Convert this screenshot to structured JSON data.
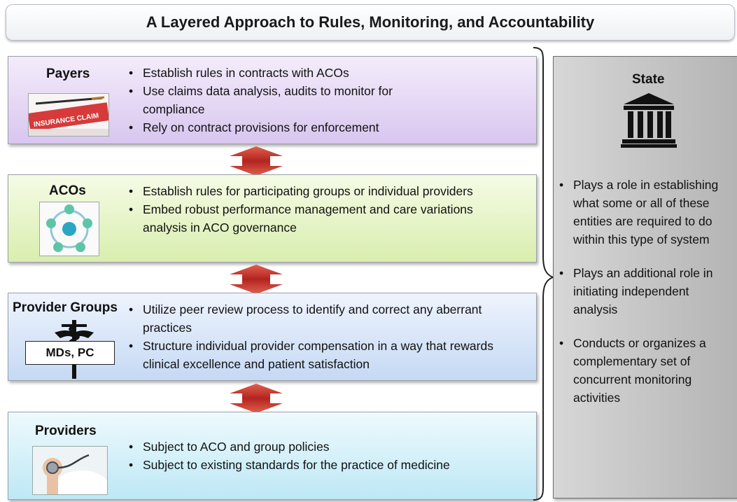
{
  "title": "A Layered Approach to Rules, Monitoring, and Accountability",
  "layers": [
    {
      "title": "Payers",
      "image": "insurance-claim-form-with-pen",
      "image_text": "INSURANCE CLAIM",
      "bullets": [
        "Establish rules in contracts with ACOs",
        "Use claims data analysis, audits to monitor for compliance",
        "Rely on contract provisions for enforcement"
      ]
    },
    {
      "title": "ACOs",
      "image": "aco-network-diagram",
      "bullets": [
        "Establish rules for participating groups or individual providers",
        "Embed robust performance management and care variations analysis in ACO governance"
      ]
    },
    {
      "title": "Provider Groups",
      "image": "caduceus-icon",
      "image_label": "MDs, PC",
      "bullets": [
        "Utilize peer review process to identify and correct any aberrant practices",
        "Structure individual provider compensation in a way that rewards clinical excellence and patient satisfaction"
      ]
    },
    {
      "title": "Providers",
      "image": "doctor-with-stethoscope",
      "bullets": [
        "Subject to ACO and group policies",
        "Subject to existing standards for the practice of medicine"
      ]
    }
  ],
  "state": {
    "title": "State",
    "icon": "government-building-icon",
    "bullets": [
      "Plays a role in establishing\nwhat some or all of these\nentities are required to do\nwithin this type of system",
      "Plays an additional role in\ninitiating independent\nanalysis",
      "Conducts or organizes a\ncomplementary set of\nconcurrent monitoring\nactivities"
    ]
  },
  "colors": {
    "arrow": "#c0302a",
    "payers": "#d8c6ef",
    "acos": "#d9eeae",
    "provider_groups": "#c5d9f4",
    "providers": "#bde8f5",
    "state": "#c4c4c4"
  }
}
